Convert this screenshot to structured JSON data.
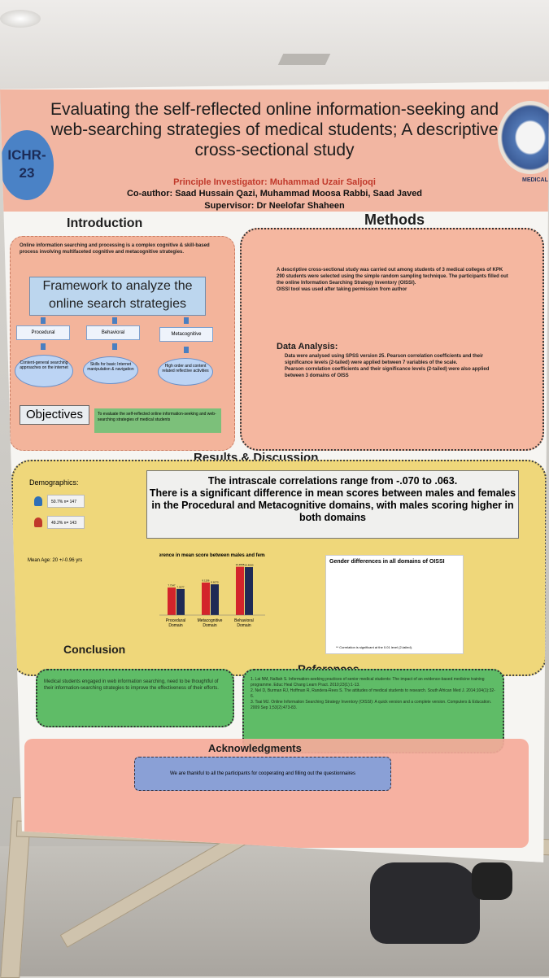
{
  "poster": {
    "badge": "ICHR-\n23",
    "logo_text": "MEDICAL",
    "title": "Evaluating the self-reflected online information-seeking and web-searching strategies of medical students; A descriptive cross-sectional study",
    "principal_investigator": "Principle Investigator: Muhammad Uzair Saljoqi",
    "coauthors": "Co-author: Saad Hussain Qazi, Muhammad Moosa Rabbi, Saad Javed",
    "supervisor": "Supervisor: Dr Neelofar Shaheen"
  },
  "introduction": {
    "heading": "Introduction",
    "text": "Online information searching and processing is a complex cognitive & skill-based process involving multifaceted cognitive and metacognitive strategies.",
    "framework_title": "Framework to analyze the online search strategies",
    "categories": [
      {
        "label": "Procedural",
        "desc": "Content-general searching approaches on the internet"
      },
      {
        "label": "Behavioral",
        "desc": "Skills for basic Internet manipulation & navigation"
      },
      {
        "label": "Metacognitive",
        "desc": "High order and content related reflective activities"
      }
    ],
    "objectives_label": "Objectives",
    "objectives_text": "To evaluate the self-reflected online information-seeking and web-searching strategies of medical students"
  },
  "methods": {
    "heading": "Methods",
    "text": "A descriptive cross-sectional study was carried out among students of 3 medical colleges of KPK\n290 students were selected using the simple random sampling technique. The participants filled out the online Information Searching Strategy Inventory (OISSI).\nOISSI tool was used after taking permission from author",
    "analysis_heading": "Data Analysis:",
    "analysis_text": "Data were analysed using SPSS version 25. Pearson correlation coefficients and their significance levels (2-tailed) were applied between 7 variables of the scale.\nPearson correlation coefficients and their significance levels (2-tailed) were also applied between 3 domains of OISS"
  },
  "results": {
    "heading": "Results & Discussion",
    "highlight": "The intrascale correlations range from -.070 to .063.\nThere is a significant difference in mean scores between males and females\nin the Procedural and Metacognitive domains, with males scoring higher in both domains",
    "demographics_label": "Demographics:",
    "male": "50.7% n= 147",
    "female": "49.2% n= 143",
    "mean_age": "Mean Age:  20 +/-0.96 yrs",
    "chart_title": "Difference in mean score between males and females",
    "table_title": "Gender differences in all domains of OISSI",
    "table_footer": "** Correlation is significant at the 0.01 level (2-tailed)."
  },
  "chart_data": {
    "type": "bar",
    "title": "Difference in mean score between males and females",
    "categories": [
      "Procedural Domain",
      "Metacognitive Domain",
      "Behavioral Domain"
    ],
    "series": [
      {
        "values": [
          7.7,
          9.1,
          13.5
        ]
      },
      {
        "values": [
          7.3,
          8.6,
          13.4
        ]
      }
    ],
    "data_labels": [
      "7.7347",
      "7.3277",
      "9.1156",
      "8.6070",
      "13.4558",
      "13.4000"
    ],
    "colors": [
      "#d3242b",
      "#1f2a55"
    ],
    "ylim": [
      0,
      15
    ]
  },
  "conclusion": {
    "heading": "Conclusion",
    "text": "Medical students engaged in web information searching, need to be thoughtful of their information-searching strategies to improve the effectiveness of their efforts."
  },
  "references": {
    "heading": "References",
    "text": "1. Lai NM, Nalliah S. Information-seeking practices of senior medical students: The impact of an evidence-based medicine training programme. Educ Heal Chang Learn Pract. 2010;23(1):1-13.\n2. Nel D, Burman RJ, Hoffman R, Randera-Rees S. The attitudes of medical students to research. South African Med J. 2014;104(1):32-6.\n3. Tsai MJ. Online Information Searching Strategy Inventory (OISSI): A quick version and a complete version. Computers & Education. 2009 Sep 1;53(2):473-83."
  },
  "acknowledgments": {
    "heading": "Acknowledgments",
    "text": "We are thankful to all the participants for cooperating and filling out the questionnaires"
  }
}
